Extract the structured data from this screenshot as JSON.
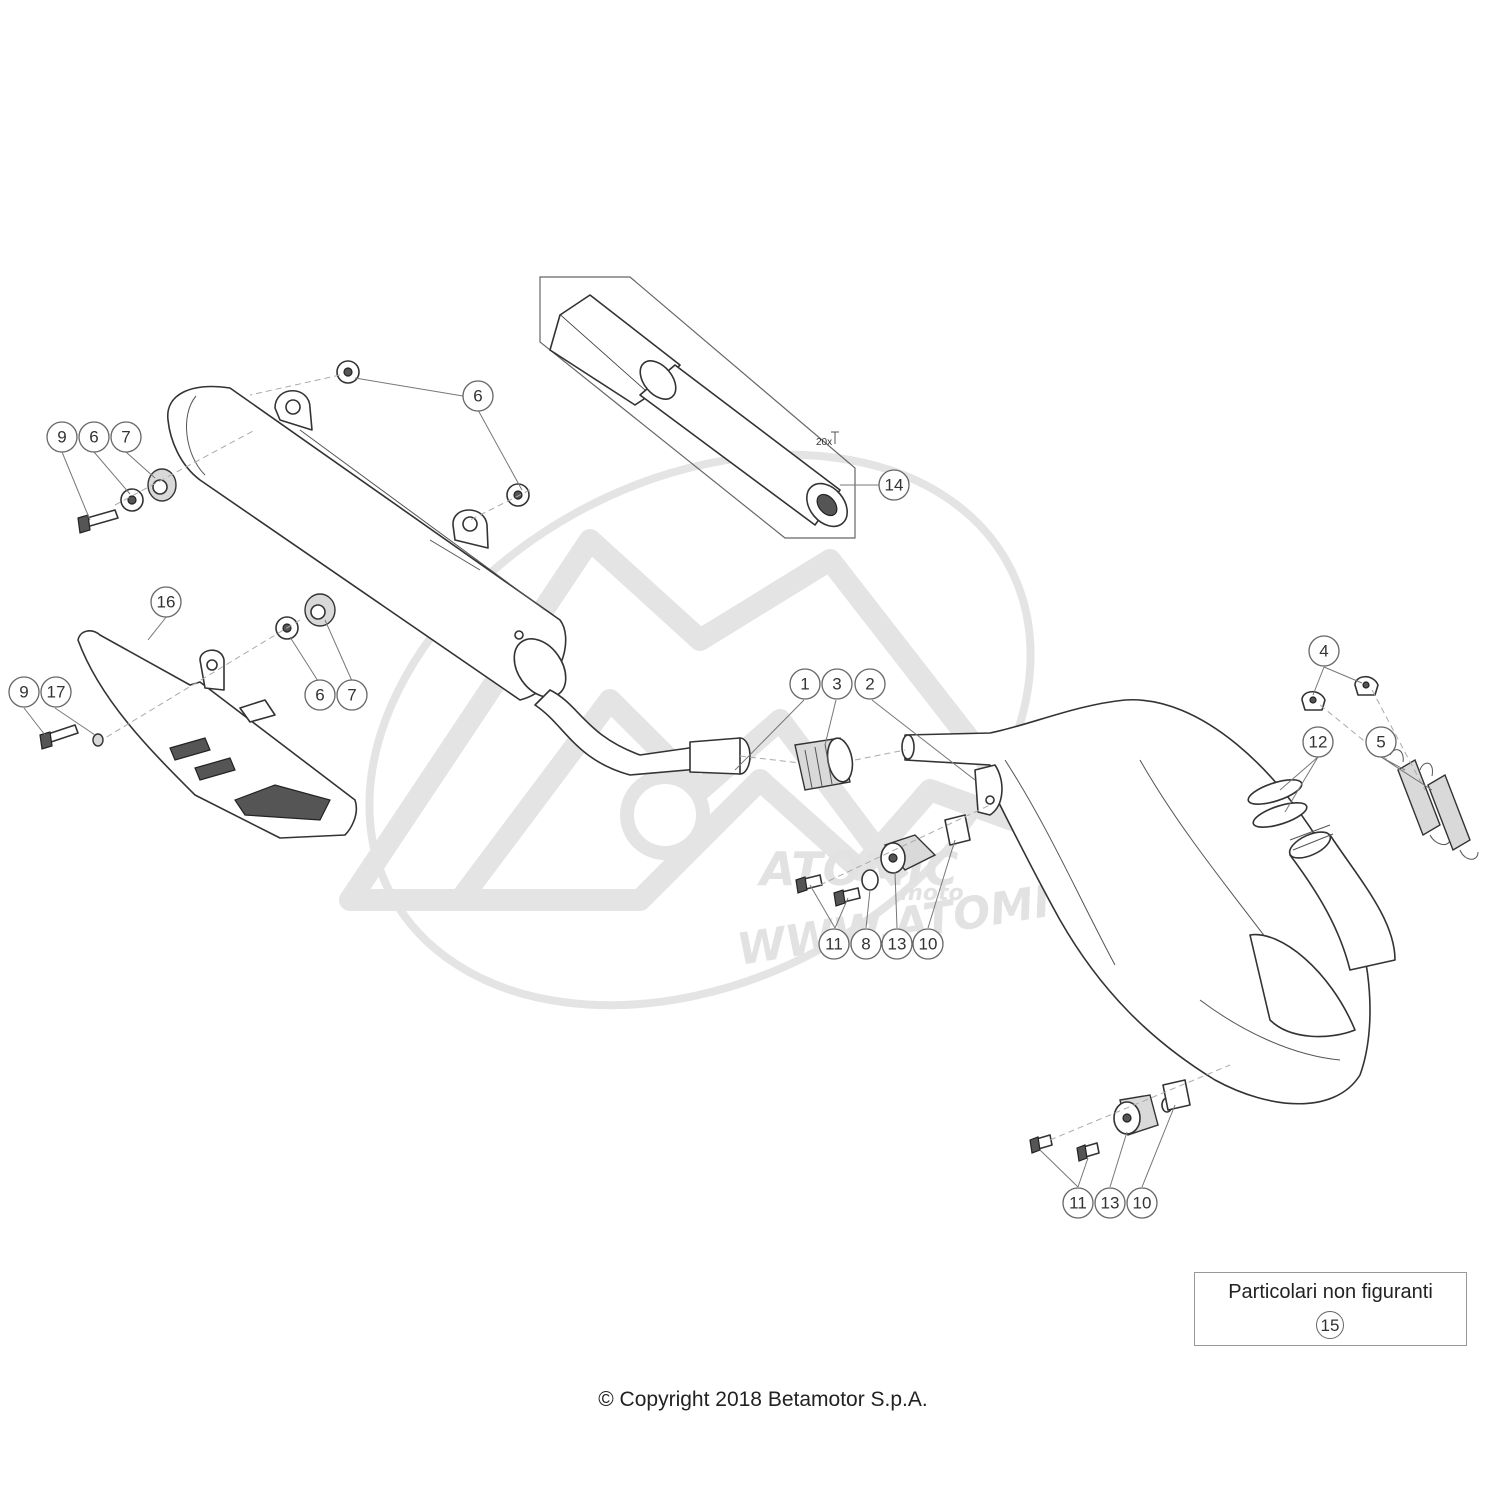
{
  "callouts": {
    "c1": "1",
    "c2": "2",
    "c3": "3",
    "c4": "4",
    "c5": "5",
    "c6a": "6",
    "c6b": "6",
    "c6c": "6",
    "c7a": "7",
    "c7b": "7",
    "c8": "8",
    "c9a": "9",
    "c9b": "9",
    "c10a": "10",
    "c10b": "10",
    "c11a": "11",
    "c11b": "11",
    "c12": "12",
    "c13a": "13",
    "c13b": "13",
    "c14": "14",
    "c16": "16",
    "c17": "17"
  },
  "kit_note": "20x",
  "watermark": {
    "brand": "ATOMIC",
    "sub": "moto",
    "url": "WWW.ATOMICMOTO.FR"
  },
  "legend": {
    "label": "Particolari non figuranti",
    "number": "15"
  },
  "copyright": "© Copyright 2018 Betamotor S.p.A."
}
